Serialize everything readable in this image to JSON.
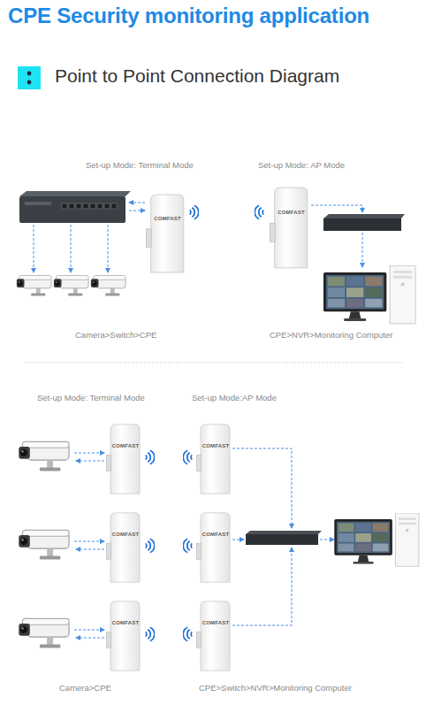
{
  "diagram": {
    "title": "CPE Security monitoring application",
    "nodes": [
      {
        "text": [
          "COMFAST"
        ]
      },
      {
        "text": [
          "COMFAST"
        ]
      },
      {
        "text": [
          "COMFAST"
        ]
      },
      {
        "text": [
          "COMFAST"
        ]
      },
      {
        "text": [
          "COMFAST"
        ]
      },
      {
        "text": [
          "COMFAST"
        ]
      },
      {
        "text": [
          "COMFAST"
        ]
      },
      {
        "text": [
          "COMFAST"
        ]
      }
    ],
    "labels": [
      "Point to Point Connection Diagram",
      "Set-up Mode: Terminal Mode",
      "Set-up Mode: AP Mode",
      "Camera>Switch>CPE",
      "CPE>NVR>Monitoring Computer",
      "Set-up Mode: Terminal Mode",
      "Set-up Mode:AP Mode",
      "Camera>CPE",
      "CPE>Switch>NVR>Monitoring Computer"
    ]
  }
}
